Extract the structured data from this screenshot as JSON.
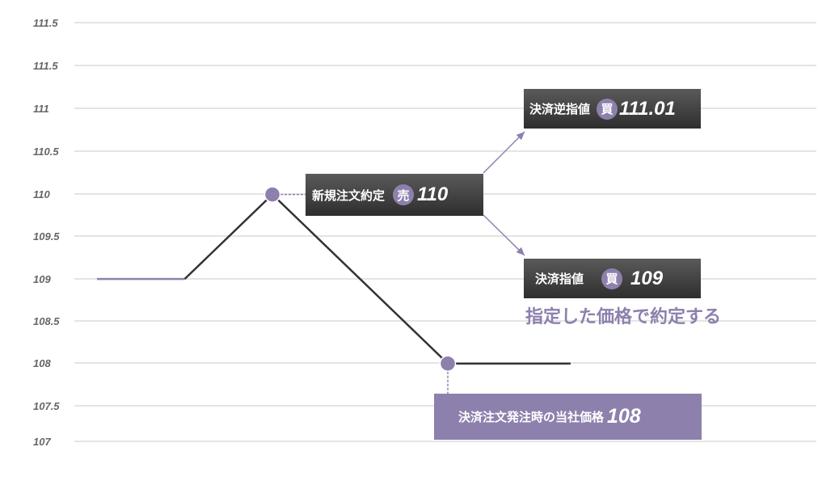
{
  "chart_data": {
    "type": "line",
    "y_ticks": [
      "111.5",
      "111.5",
      "111",
      "110.5",
      "110",
      "109.5",
      "109",
      "108.5",
      "108",
      "107.5",
      "107"
    ],
    "ylim": [
      107,
      111.5
    ],
    "grid": true,
    "series": [
      {
        "points": [
          [
            0,
            109
          ],
          [
            1,
            109
          ]
        ],
        "color": "#8e80ad"
      },
      {
        "points": [
          [
            1,
            109
          ],
          [
            2,
            110
          ],
          [
            4,
            108
          ],
          [
            5.4,
            108
          ]
        ],
        "color": "#333333"
      }
    ],
    "markers": [
      {
        "x": 2,
        "y": 110
      },
      {
        "x": 4,
        "y": 108
      }
    ]
  },
  "annotations": {
    "new_order": {
      "label": "新規注文約定",
      "badge": "売",
      "value": "110"
    },
    "stop_order": {
      "label": "決済逆指値",
      "badge": "買",
      "value": "111.01"
    },
    "limit_order": {
      "label": "決済指値",
      "badge": "買",
      "value": "109",
      "caption": "指定した価格で約定する"
    },
    "settlement": {
      "label": "決済注文発注時の当社価格",
      "value": "108"
    }
  },
  "colors": {
    "accent": "#8e80ad",
    "line": "#333333",
    "grid": "#c8c8c8"
  }
}
